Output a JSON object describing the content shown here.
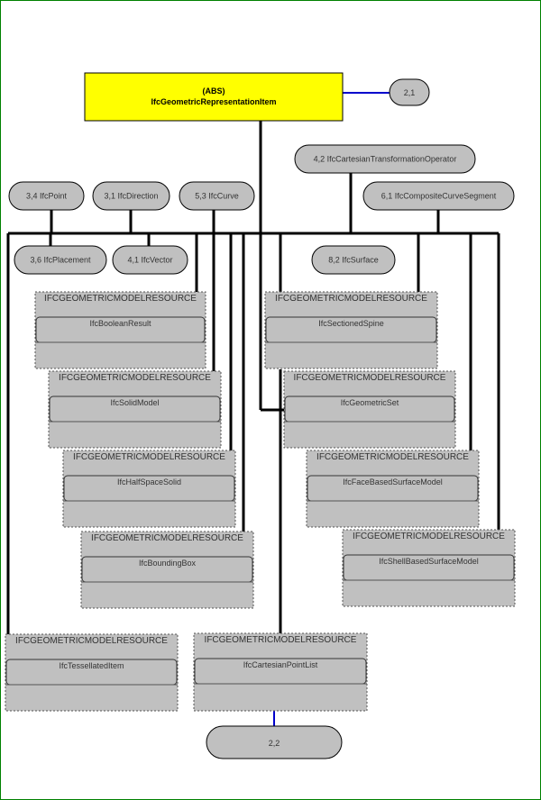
{
  "root": {
    "abs_label": "(ABS)",
    "name": "IfcGeometricRepresentationItem",
    "fill": "#ffff00"
  },
  "top_ref": {
    "label": "2,1"
  },
  "bottom_ref": {
    "label": "2,2"
  },
  "refs": [
    {
      "id": "ref-ifc-point",
      "label": "3,4 IfcPoint"
    },
    {
      "id": "ref-ifc-direction",
      "label": "3,1 IfcDirection"
    },
    {
      "id": "ref-ifc-curve",
      "label": "5,3 IfcCurve"
    },
    {
      "id": "ref-ifc-cartesian-transformation-operator",
      "label": "4,2 IfcCartesianTransformationOperator"
    },
    {
      "id": "ref-ifc-composite-curve-segment",
      "label": "6,1 IfcCompositeCurveSegment"
    },
    {
      "id": "ref-ifc-placement",
      "label": "3,6 IfcPlacement"
    },
    {
      "id": "ref-ifc-vector",
      "label": "4,1 IfcVector"
    },
    {
      "id": "ref-ifc-surface",
      "label": "8,2 IfcSurface"
    }
  ],
  "entities": [
    {
      "id": "ifc-boolean-result",
      "schema": "IFCGEOMETRICMODELRESOURCE",
      "name": "IfcBooleanResult"
    },
    {
      "id": "ifc-solid-model",
      "schema": "IFCGEOMETRICMODELRESOURCE",
      "name": "IfcSolidModel"
    },
    {
      "id": "ifc-half-space-solid",
      "schema": "IFCGEOMETRICMODELRESOURCE",
      "name": "IfcHalfSpaceSolid"
    },
    {
      "id": "ifc-bounding-box",
      "schema": "IFCGEOMETRICMODELRESOURCE",
      "name": "IfcBoundingBox"
    },
    {
      "id": "ifc-tessellated-item",
      "schema": "IFCGEOMETRICMODELRESOURCE",
      "name": "IfcTessellatedItem"
    },
    {
      "id": "ifc-sectioned-spine",
      "schema": "IFCGEOMETRICMODELRESOURCE",
      "name": "IfcSectionedSpine"
    },
    {
      "id": "ifc-geometric-set",
      "schema": "IFCGEOMETRICMODELRESOURCE",
      "name": "IfcGeometricSet"
    },
    {
      "id": "ifc-face-based-surface-model",
      "schema": "IFCGEOMETRICMODELRESOURCE",
      "name": "IfcFaceBasedSurfaceModel"
    },
    {
      "id": "ifc-shell-based-surface-model",
      "schema": "IFCGEOMETRICMODELRESOURCE",
      "name": "IfcShellBasedSurfaceModel"
    },
    {
      "id": "ifc-cartesian-point-list",
      "schema": "IFCGEOMETRICMODELRESOURCE",
      "name": "IfcCartesianPointList"
    }
  ],
  "colors": {
    "border": "#008000",
    "connector": "#000000",
    "link": "#0000cc",
    "pill": "#c0c0c0",
    "entity": "#c0c0c0"
  }
}
